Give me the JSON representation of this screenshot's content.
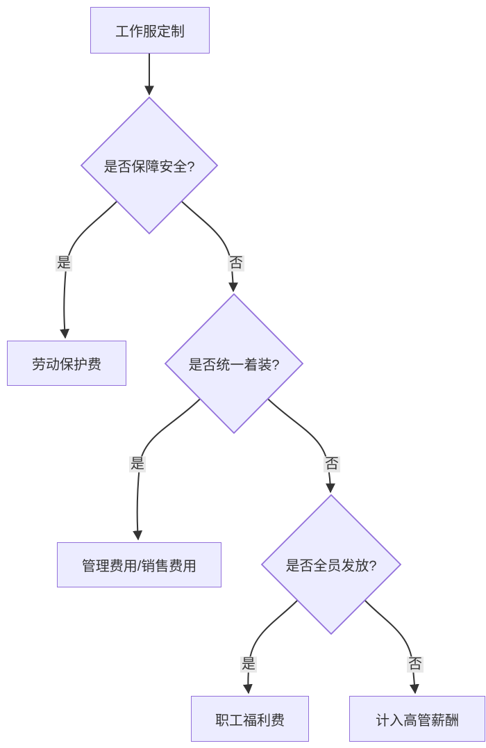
{
  "diagram": {
    "type": "flowchart",
    "direction": "top-down",
    "nodes": {
      "start": {
        "label": "工作服定制",
        "shape": "rect"
      },
      "q1": {
        "label": "是否保障安全?",
        "shape": "diamond"
      },
      "labor": {
        "label": "劳动保护费",
        "shape": "rect"
      },
      "q2": {
        "label": "是否统一着装?",
        "shape": "diamond"
      },
      "admin": {
        "label": "管理费用/销售费用",
        "shape": "rect"
      },
      "q3": {
        "label": "是否全员发放?",
        "shape": "diamond"
      },
      "welfare": {
        "label": "职工福利费",
        "shape": "rect"
      },
      "exec": {
        "label": "计入高管薪酬",
        "shape": "rect"
      }
    },
    "edge_labels": {
      "q1_yes": "是",
      "q1_no": "否",
      "q2_yes": "是",
      "q2_no": "否",
      "q3_yes": "是",
      "q3_no": "否"
    },
    "edges": [
      {
        "from": "start",
        "to": "q1",
        "label": ""
      },
      {
        "from": "q1",
        "to": "labor",
        "label": "是"
      },
      {
        "from": "q1",
        "to": "q2",
        "label": "否"
      },
      {
        "from": "q2",
        "to": "admin",
        "label": "是"
      },
      {
        "from": "q2",
        "to": "q3",
        "label": "否"
      },
      {
        "from": "q3",
        "to": "welfare",
        "label": "是"
      },
      {
        "from": "q3",
        "to": "exec",
        "label": "否"
      }
    ],
    "colors": {
      "node_fill": "#ececff",
      "node_border": "#9370db",
      "edge_stroke": "#333333",
      "edge_label_bg": "#e8e8e8",
      "text": "#333333",
      "background": "#ffffff"
    }
  }
}
